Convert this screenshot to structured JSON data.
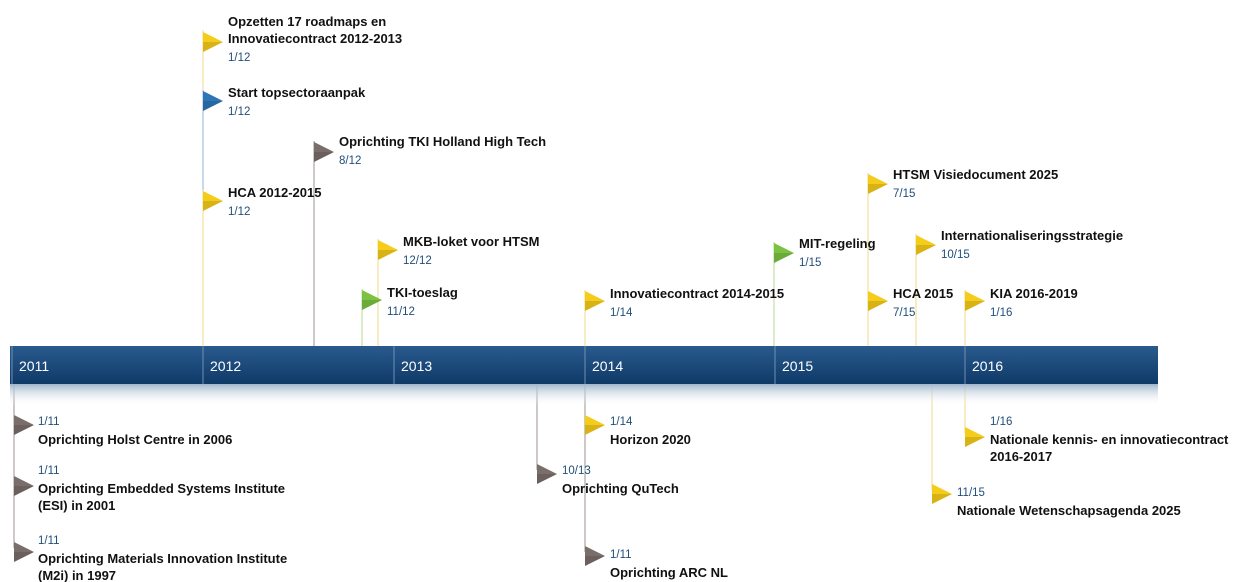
{
  "timeline": {
    "years": [
      "2011",
      "2012",
      "2013",
      "2014",
      "2015",
      "2016"
    ],
    "colors": {
      "band_top": "#2a5a8e",
      "band_bottom": "#0e3a68",
      "flag_yellow": "#f5cc1a",
      "flag_blue": "#2e75b6",
      "flag_green": "#7cc242",
      "flag_gray": "#7a6e6b",
      "date_text": "#1f4e79",
      "title_text": "#111111"
    },
    "events": [
      {
        "title_lines": [
          "Opzetten 17 roadmaps en",
          "Innovatiecontract 2012-2013"
        ],
        "date": "1/12",
        "color": "yellow"
      },
      {
        "title_lines": [
          "Start topsectoraanpak"
        ],
        "date": "1/12",
        "color": "blue"
      },
      {
        "title_lines": [
          "HCA 2012-2015"
        ],
        "date": "1/12",
        "color": "yellow"
      },
      {
        "title_lines": [
          "Oprichting TKI Holland High Tech"
        ],
        "date": "8/12",
        "color": "gray"
      },
      {
        "title_lines": [
          "MKB-loket voor HTSM"
        ],
        "date": "12/12",
        "color": "yellow"
      },
      {
        "title_lines": [
          "TKI-toeslag"
        ],
        "date": "11/12",
        "color": "green"
      },
      {
        "title_lines": [
          "Innovatiecontract 2014-2015"
        ],
        "date": "1/14",
        "color": "yellow"
      },
      {
        "title_lines": [
          "MIT-regeling"
        ],
        "date": "1/15",
        "color": "green"
      },
      {
        "title_lines": [
          "HTSM Visiedocument 2025"
        ],
        "date": "7/15",
        "color": "yellow"
      },
      {
        "title_lines": [
          "HCA 2015"
        ],
        "date": "7/15",
        "color": "yellow"
      },
      {
        "title_lines": [
          "Internationaliseringsstrategie"
        ],
        "date": "10/15",
        "color": "yellow"
      },
      {
        "title_lines": [
          "KIA 2016-2019"
        ],
        "date": "1/16",
        "color": "yellow"
      },
      {
        "title_lines": [
          "Oprichting Holst Centre in 2006"
        ],
        "date": "1/11",
        "color": "gray"
      },
      {
        "title_lines": [
          "Oprichting Embedded Systems Institute",
          "(ESI) in 2001"
        ],
        "date": "1/11",
        "color": "gray"
      },
      {
        "title_lines": [
          "Oprichting Materials Innovation Institute",
          "(M2i) in 1997"
        ],
        "date": "1/11",
        "color": "gray"
      },
      {
        "title_lines": [
          "Oprichting QuTech"
        ],
        "date": "10/13",
        "color": "gray"
      },
      {
        "title_lines": [
          "Horizon 2020"
        ],
        "date": "1/14",
        "color": "yellow"
      },
      {
        "title_lines": [
          "Oprichting ARC NL"
        ],
        "date": "1/11",
        "color": "gray"
      },
      {
        "title_lines": [
          "Nationale kennis- en innovatiecontract",
          "2016-2017"
        ],
        "date": "1/16",
        "color": "yellow"
      },
      {
        "title_lines": [
          "Nationale Wetenschapsagenda 2025"
        ],
        "date": "11/15",
        "color": "yellow"
      }
    ]
  }
}
